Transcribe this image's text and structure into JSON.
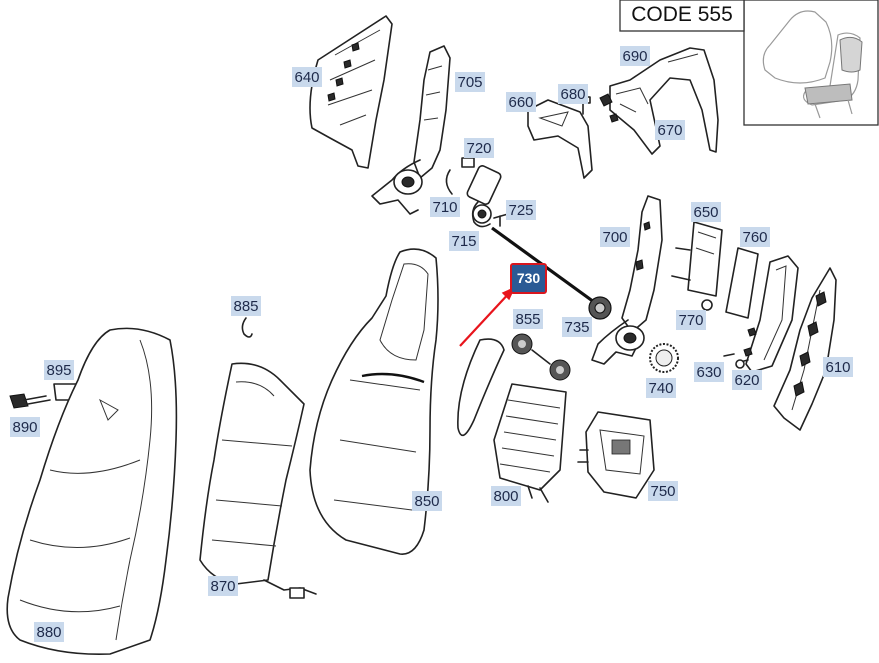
{
  "code_box": {
    "title": "CODE 555"
  },
  "highlight": {
    "label": "730"
  },
  "parts": [
    {
      "id": "p640",
      "label": "640"
    },
    {
      "id": "p705",
      "label": "705"
    },
    {
      "id": "p660",
      "label": "660"
    },
    {
      "id": "p680",
      "label": "680"
    },
    {
      "id": "p690",
      "label": "690"
    },
    {
      "id": "p670",
      "label": "670"
    },
    {
      "id": "p720",
      "label": "720"
    },
    {
      "id": "p710",
      "label": "710"
    },
    {
      "id": "p725",
      "label": "725"
    },
    {
      "id": "p715",
      "label": "715"
    },
    {
      "id": "p700",
      "label": "700"
    },
    {
      "id": "p650",
      "label": "650"
    },
    {
      "id": "p760",
      "label": "760"
    },
    {
      "id": "p885",
      "label": "885"
    },
    {
      "id": "p855",
      "label": "855"
    },
    {
      "id": "p735",
      "label": "735"
    },
    {
      "id": "p770",
      "label": "770"
    },
    {
      "id": "p610",
      "label": "610"
    },
    {
      "id": "p895",
      "label": "895"
    },
    {
      "id": "p890",
      "label": "890"
    },
    {
      "id": "p740",
      "label": "740"
    },
    {
      "id": "p630",
      "label": "630"
    },
    {
      "id": "p620",
      "label": "620"
    },
    {
      "id": "p850",
      "label": "850"
    },
    {
      "id": "p800",
      "label": "800"
    },
    {
      "id": "p750",
      "label": "750"
    },
    {
      "id": "p870",
      "label": "870"
    },
    {
      "id": "p880",
      "label": "880"
    }
  ],
  "colors": {
    "label_bg": "#c9d9ec",
    "label_text": "#1e2a4a",
    "highlight_bg": "#2b5a95",
    "highlight_border": "#d9161e",
    "arrow": "#e8141c"
  }
}
